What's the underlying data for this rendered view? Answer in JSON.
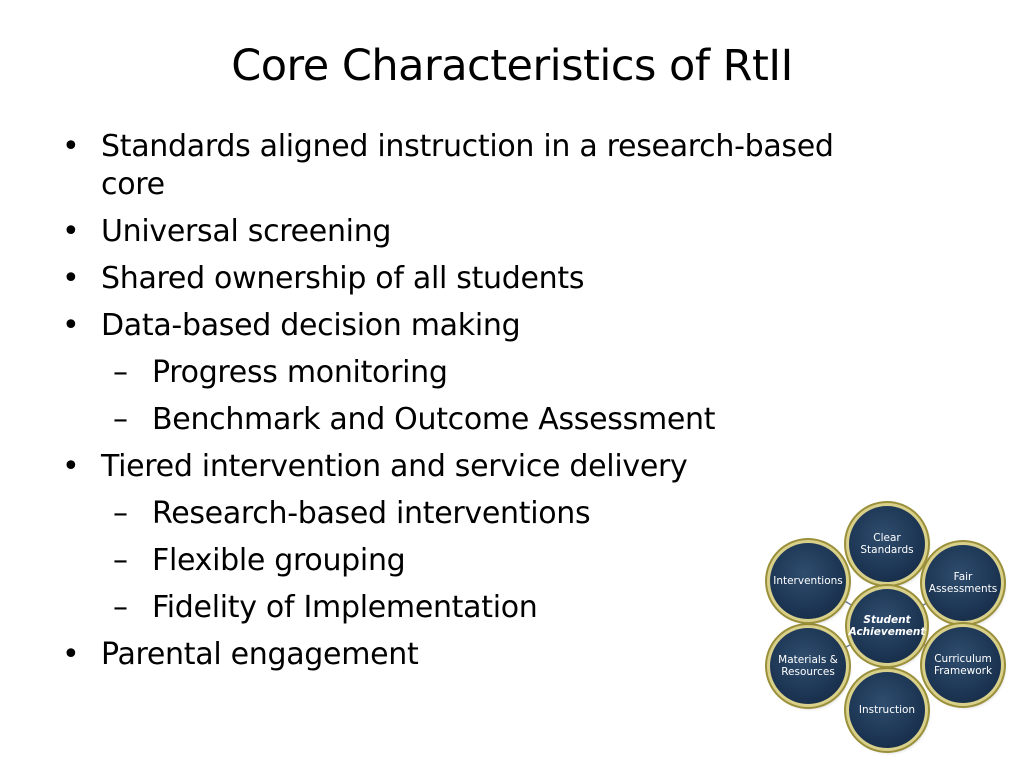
{
  "slide": {
    "title": "Core Characteristics of RtII",
    "bullets": {
      "b1": "Standards aligned instruction in a research-based core",
      "b2": "Universal screening",
      "b3": "Shared ownership of all students",
      "b4": "Data-based decision making",
      "b4_sub1": "Progress monitoring",
      "b4_sub2": "Benchmark and Outcome Assessment",
      "b5": "Tiered intervention and service delivery",
      "b5_sub1": "Research-based interventions",
      "b5_sub2": "Flexible grouping",
      "b5_sub3": "Fidelity of Implementation",
      "b6": "Parental engagement"
    },
    "bullet_glyph": "•",
    "dash_glyph": "–"
  },
  "diagram": {
    "center": "Student Achievement",
    "top": "Clear Standards",
    "top_right": "Fair Assessments",
    "bottom_right": "Curriculum Framework",
    "bottom": "Instruction",
    "bottom_left": "Materials & Resources",
    "top_left": "Interventions",
    "colors": {
      "node_fill": "#1c3553",
      "node_ring": "#d9d08a",
      "connector": "#6b7f96"
    }
  }
}
